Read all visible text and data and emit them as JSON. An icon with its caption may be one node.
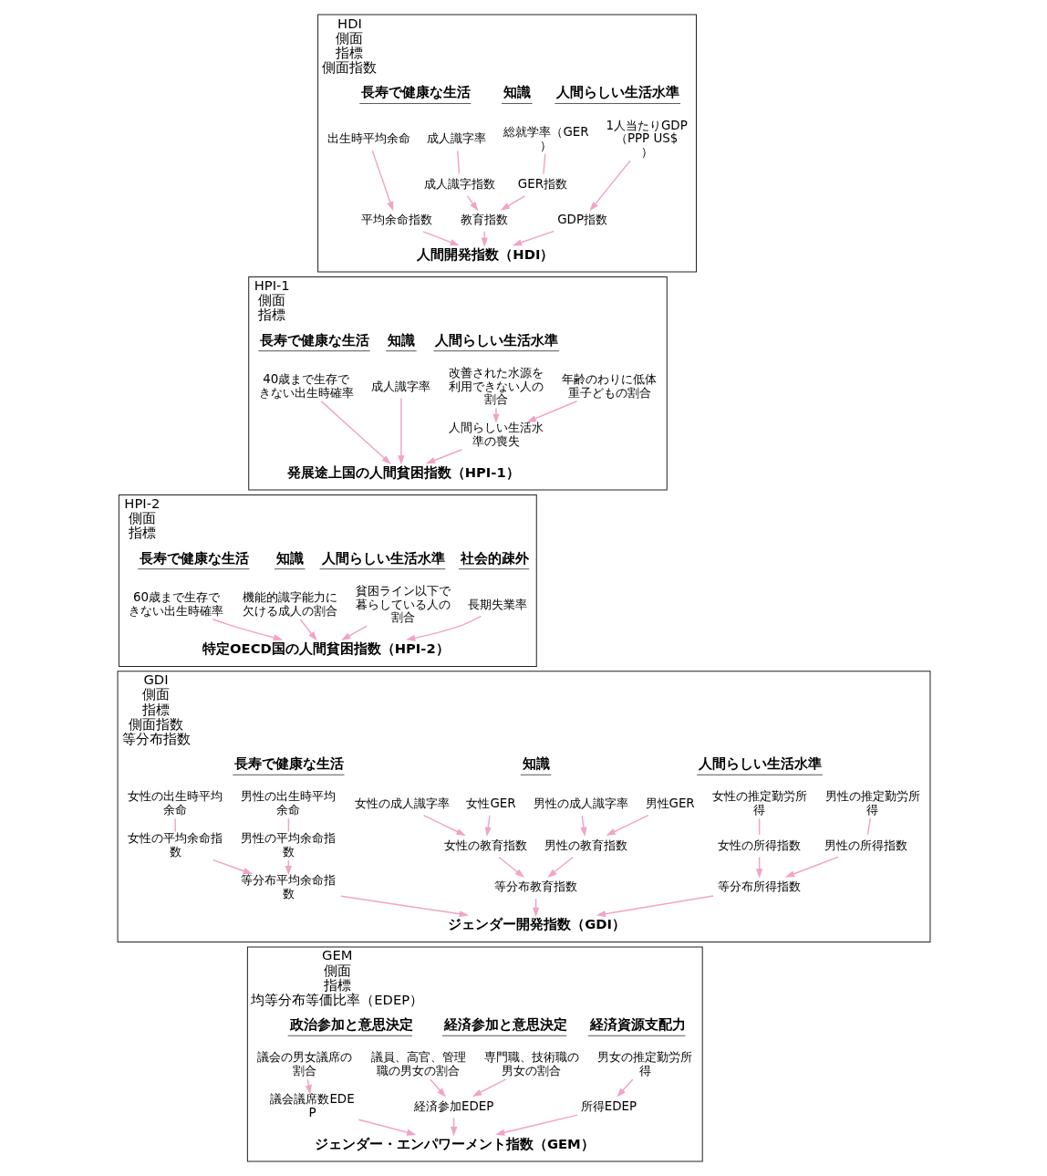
{
  "diagram": {
    "nodes": [
      {
        "text": [
          "HDI",
          "側面",
          "指標",
          "側面指数"
        ]
      },
      {
        "text": [
          "長寿で健康な生活"
        ],
        "in": 0
      },
      {
        "text": [
          "知識"
        ],
        "in": 0
      },
      {
        "text": [
          "人間らしい生活水準"
        ],
        "in": 0
      },
      {
        "text": [
          "出生時平均余命"
        ],
        "in": 0
      },
      {
        "text": [
          "成人識字率"
        ],
        "in": 0
      },
      {
        "text": [
          "総就学率（GER）"
        ],
        "in": 0
      },
      {
        "text": [
          "1人当たりGDP（PPP US$）"
        ],
        "in": 0
      },
      {
        "text": [
          "成人識字指数"
        ],
        "in": 0
      },
      {
        "text": [
          "GER指数"
        ],
        "in": 0
      },
      {
        "text": [
          "平均余命指数"
        ],
        "in": 0
      },
      {
        "text": [
          "教育指数"
        ],
        "in": 0
      },
      {
        "text": [
          "GDP指数"
        ],
        "in": 0
      },
      {
        "text": [
          "人間開発指数（HDI）"
        ],
        "in": 0
      },
      {
        "text": [
          "HPI-1",
          "側面",
          "指標"
        ]
      },
      {
        "text": [
          "長寿で健康な生活"
        ],
        "in": 14
      },
      {
        "text": [
          "知識"
        ],
        "in": 14
      },
      {
        "text": [
          "人間らしい生活水準"
        ],
        "in": 14
      },
      {
        "text": [
          "40歳まで生存できない出生時確率"
        ],
        "in": 14
      },
      {
        "text": [
          "成人識字率"
        ],
        "in": 14
      },
      {
        "text": [
          "改善された水源を利用できない人の割合"
        ],
        "in": 14
      },
      {
        "text": [
          "年齢のわりに低体重子どもの割合"
        ],
        "in": 14
      },
      {
        "text": [
          "人間らしい生活水準の喪失"
        ],
        "in": 14
      },
      {
        "text": [
          "発展途上国の人間貧困指数（HPI-1）"
        ],
        "in": 14
      },
      {
        "text": [
          "HPI-2",
          "側面",
          "指標"
        ]
      },
      {
        "text": [
          "長寿で健康な生活"
        ],
        "in": 24
      },
      {
        "text": [
          "知識"
        ],
        "in": 24
      },
      {
        "text": [
          "人間らしい生活水準"
        ],
        "in": 24
      },
      {
        "text": [
          "社会的疎外"
        ],
        "in": 24
      },
      {
        "text": [
          "60歳まで生存できない出生時確率"
        ],
        "in": 24
      },
      {
        "text": [
          "機能的識字能力に欠ける成人の割合"
        ],
        "in": 24
      },
      {
        "text": [
          "貧困ライン以下で暮らしている人の割合"
        ],
        "in": 24
      },
      {
        "text": [
          "長期失業率"
        ],
        "in": 24
      },
      {
        "text": [
          "特定OECD国の人間貧困指数（HPI-2）"
        ],
        "in": 24
      },
      {
        "text": [
          "GDI",
          "側面",
          "指標",
          "側面指数",
          "等分布指数"
        ]
      },
      {
        "text": [
          "長寿で健康な生活"
        ],
        "in": 34
      },
      {
        "text": [
          "知識"
        ],
        "in": 34
      },
      {
        "text": [
          "人間らしい生活水準"
        ],
        "in": 34
      },
      {
        "text": [
          "女性の出生時平均余命"
        ],
        "in": 34
      },
      {
        "text": [
          "男性の出生時平均余命"
        ],
        "in": 34
      },
      {
        "text": [
          "女性の成人識字率"
        ],
        "in": 34
      },
      {
        "text": [
          "女性GER"
        ],
        "in": 34
      },
      {
        "text": [
          "男性の成人識字率"
        ],
        "in": 34
      },
      {
        "text": [
          "男性GER"
        ],
        "in": 34
      },
      {
        "text": [
          "女性の推定勤労所得"
        ],
        "in": 34
      },
      {
        "text": [
          "男性の推定勤労所得"
        ],
        "in": 34
      },
      {
        "text": [
          "女性の平均余命指数"
        ],
        "in": 34
      },
      {
        "text": [
          "男性の平均余命指数"
        ],
        "in": 34
      },
      {
        "text": [
          "女性の教育指数"
        ],
        "in": 34
      },
      {
        "text": [
          "男性の教育指数"
        ],
        "in": 34
      },
      {
        "text": [
          "女性の所得指数"
        ],
        "in": 34
      },
      {
        "text": [
          "男性の所得指数"
        ],
        "in": 34
      },
      {
        "text": [
          "等分布平均余命指数"
        ],
        "in": 34
      },
      {
        "text": [
          "等分布教育指数"
        ],
        "in": 34
      },
      {
        "text": [
          "等分布所得指数"
        ],
        "in": 34
      },
      {
        "text": [
          "ジェンダー開発指数（GDI）"
        ],
        "in": 34
      },
      {
        "text": [
          "GEM",
          "側面",
          "指標",
          "均等分布等価比率（EDEP）"
        ]
      },
      {
        "text": [
          "政治参加と意思決定"
        ],
        "in": 56
      },
      {
        "text": [
          "経済参加と意思決定"
        ],
        "in": 56
      },
      {
        "text": [
          "経済資源支配力"
        ],
        "in": 56
      },
      {
        "text": [
          "議会の男女議席の割合"
        ],
        "in": 56
      },
      {
        "text": [
          "議員、高官、管理職の男女の割合"
        ],
        "in": 56
      },
      {
        "text": [
          "専門職、技術職の男女の割合"
        ],
        "in": 56
      },
      {
        "text": [
          "男女の推定勤労所得"
        ],
        "in": 56
      },
      {
        "text": [
          "議会議席数EDEP"
        ],
        "in": 56
      },
      {
        "text": [
          "経済参加EDEP"
        ],
        "in": 56
      },
      {
        "text": [
          "所得EDEP"
        ],
        "in": 56
      },
      {
        "text": [
          "ジェンダー・エンパワーメント指数（GEM）"
        ],
        "in": 56
      }
    ],
    "edges": [
      {
        "from": 4,
        "to": 10,
        "arrow": "to"
      },
      {
        "from": 5,
        "to": 8,
        "arrow": "none"
      },
      {
        "from": 8,
        "to": 11,
        "arrow": "to"
      },
      {
        "from": 6,
        "to": 9,
        "arrow": "none"
      },
      {
        "from": 9,
        "to": 11,
        "arrow": "to"
      },
      {
        "from": 7,
        "to": 12,
        "arrow": "to"
      },
      {
        "from": 10,
        "to": 13,
        "arrow": "to"
      },
      {
        "from": 11,
        "to": 13,
        "arrow": "to"
      },
      {
        "from": 12,
        "to": 13,
        "arrow": "to"
      },
      {
        "from": 18,
        "to": 23,
        "arrow": "to"
      },
      {
        "from": 19,
        "to": 23,
        "arrow": "to"
      },
      {
        "from": 20,
        "to": 22,
        "arrow": "to"
      },
      {
        "from": 21,
        "to": 22,
        "arrow": "to"
      },
      {
        "from": 22,
        "to": 23,
        "arrow": "to"
      },
      {
        "from": 29,
        "to": 33,
        "arrow": "to"
      },
      {
        "from": 30,
        "to": 33,
        "arrow": "to"
      },
      {
        "from": 31,
        "to": 33,
        "arrow": "to"
      },
      {
        "from": 32,
        "to": 33,
        "arrow": "to"
      },
      {
        "from": 38,
        "to": 46,
        "arrow": "none"
      },
      {
        "from": 46,
        "to": 52,
        "arrow": "to"
      },
      {
        "from": 39,
        "to": 47,
        "arrow": "none"
      },
      {
        "from": 47,
        "to": 52,
        "arrow": "to"
      },
      {
        "from": 40,
        "to": 48,
        "arrow": "to"
      },
      {
        "from": 41,
        "to": 48,
        "arrow": "to"
      },
      {
        "from": 42,
        "to": 49,
        "arrow": "to"
      },
      {
        "from": 43,
        "to": 49,
        "arrow": "to"
      },
      {
        "from": 48,
        "to": 53,
        "arrow": "to"
      },
      {
        "from": 49,
        "to": 53,
        "arrow": "to"
      },
      {
        "from": 44,
        "to": 50,
        "arrow": "none"
      },
      {
        "from": 50,
        "to": 54,
        "arrow": "to"
      },
      {
        "from": 45,
        "to": 51,
        "arrow": "none"
      },
      {
        "from": 51,
        "to": 54,
        "arrow": "to"
      },
      {
        "from": 52,
        "to": 55,
        "arrow": "to"
      },
      {
        "from": 53,
        "to": 55,
        "arrow": "to"
      },
      {
        "from": 54,
        "to": 55,
        "arrow": "to"
      },
      {
        "from": 60,
        "to": 64,
        "arrow": "to"
      },
      {
        "from": 61,
        "to": 65,
        "arrow": "to"
      },
      {
        "from": 62,
        "to": 65,
        "arrow": "to"
      },
      {
        "from": 63,
        "to": 66,
        "arrow": "to"
      },
      {
        "from": 64,
        "to": 67,
        "arrow": "to"
      },
      {
        "from": 65,
        "to": 67,
        "arrow": "to"
      },
      {
        "from": 66,
        "to": 67,
        "arrow": "to"
      }
    ]
  }
}
